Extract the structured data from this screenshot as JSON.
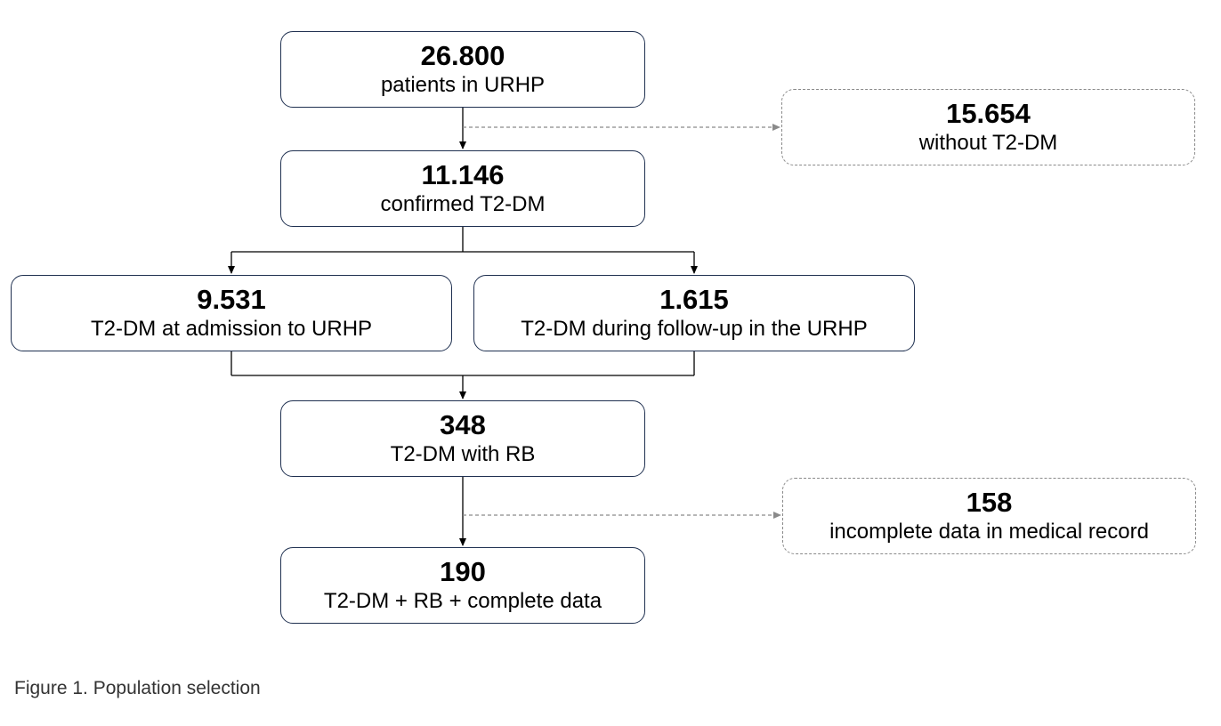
{
  "boxes": {
    "total": {
      "count": "26.800",
      "label": "patients in URHP"
    },
    "no_dm": {
      "count": "15.654",
      "label": "without T2-DM"
    },
    "confirmed": {
      "count": "11.146",
      "label": "confirmed T2-DM"
    },
    "admission": {
      "count": "9.531",
      "label": "T2-DM at admission to URHP"
    },
    "followup": {
      "count": "1.615",
      "label": "T2-DM during follow-up in the URHP"
    },
    "rb": {
      "count": "348",
      "label": "T2-DM with RB"
    },
    "incomplete": {
      "count": "158",
      "label": "incomplete data in medical record"
    },
    "final": {
      "count": "190",
      "label": "T2-DM + RB + complete data"
    }
  },
  "caption": "Figure 1. Population selection"
}
